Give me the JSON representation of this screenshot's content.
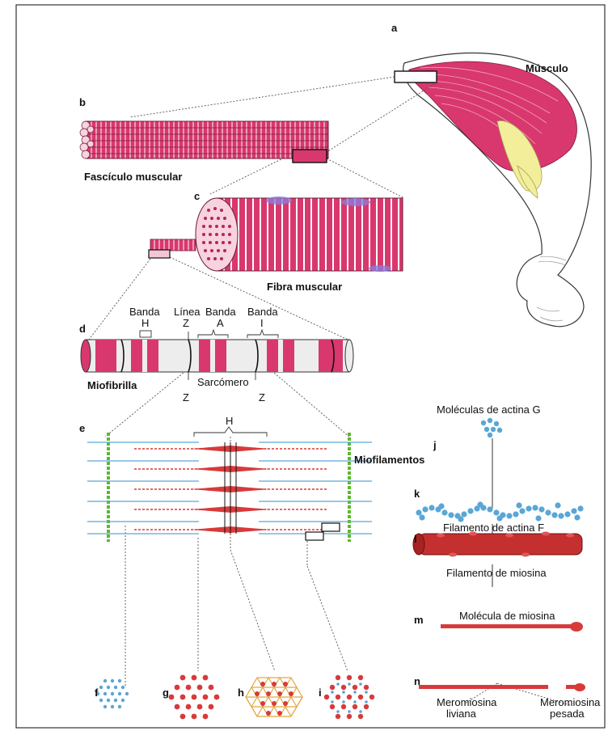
{
  "panels": {
    "a": "a",
    "b": "b",
    "c": "c",
    "d": "d",
    "e": "e",
    "f": "f",
    "g": "g",
    "h": "h",
    "i": "i",
    "j": "j",
    "k": "k",
    "l": "l",
    "m": "m",
    "n": "n"
  },
  "labels": {
    "musculo": "Músculo",
    "fasciculo": "Fascículo muscular",
    "fibra": "Fibra muscular",
    "miofibrilla": "Miofibrilla",
    "miofilamentos": "Miofilamentos",
    "banda_h_1": "Banda",
    "banda_h_2": "H",
    "linea_z_1": "Línea",
    "linea_z_2": "Z",
    "banda_a_1": "Banda",
    "banda_a_2": "A",
    "banda_i_1": "Banda",
    "banda_i_2": "I",
    "sarcomero": "Sarcómero",
    "z_left": "Z",
    "z_right": "Z",
    "h_zone": "H",
    "actina_g": "Moléculas de actina G",
    "actina_f": "Filamento de actina F",
    "filamento_miosina": "Filamento de miosina",
    "molecula_miosina": "Molécula de miosina",
    "liviana_1": "Meromiosina",
    "liviana_2": "liviana",
    "pesada_1": "Meromiosina",
    "pesada_2": "pesada"
  },
  "colors": {
    "muscle": "#d8386e",
    "muscle_light": "#f3c6d4",
    "tendon": "#f2ee9a",
    "actin": "#5aa6d6",
    "myosin": "#d83a3a",
    "zline": "#5cb82e",
    "line": "#222222"
  }
}
